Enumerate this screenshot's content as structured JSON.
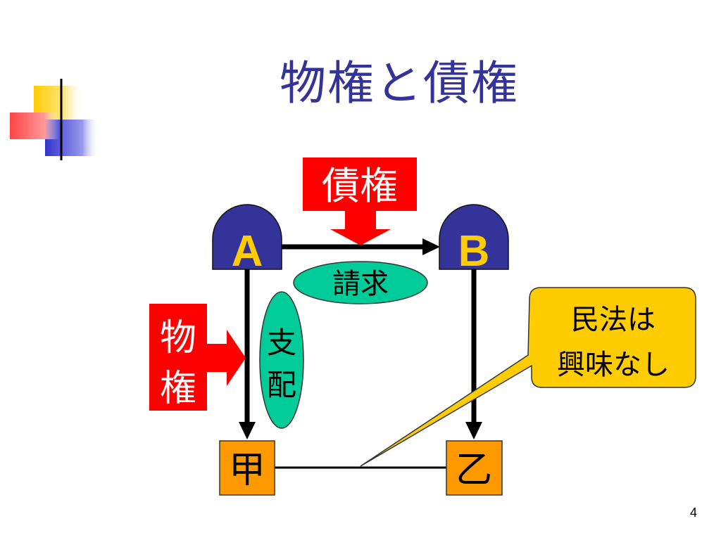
{
  "slide": {
    "title": "物権と債権",
    "page_number": "4"
  },
  "diagram": {
    "node_a": "A",
    "node_b": "B",
    "node_kou": "甲",
    "node_otsu": "乙",
    "label_saiken": "債権",
    "label_bukken_1": "物",
    "label_bukken_2": "権",
    "label_seikyu": "請求",
    "label_shihai_1": "支",
    "label_shihai_2": "配",
    "callout_line_1": "民法は",
    "callout_line_2": "興味なし"
  },
  "colors": {
    "title": "#333399",
    "node_ab_fill": "#333399",
    "node_ab_text": "#FFCC00",
    "label_red": "#FF0000",
    "oval_fill": "#00CC99",
    "box_fill": "#FF9900",
    "callout_fill": "#FFCC00"
  }
}
